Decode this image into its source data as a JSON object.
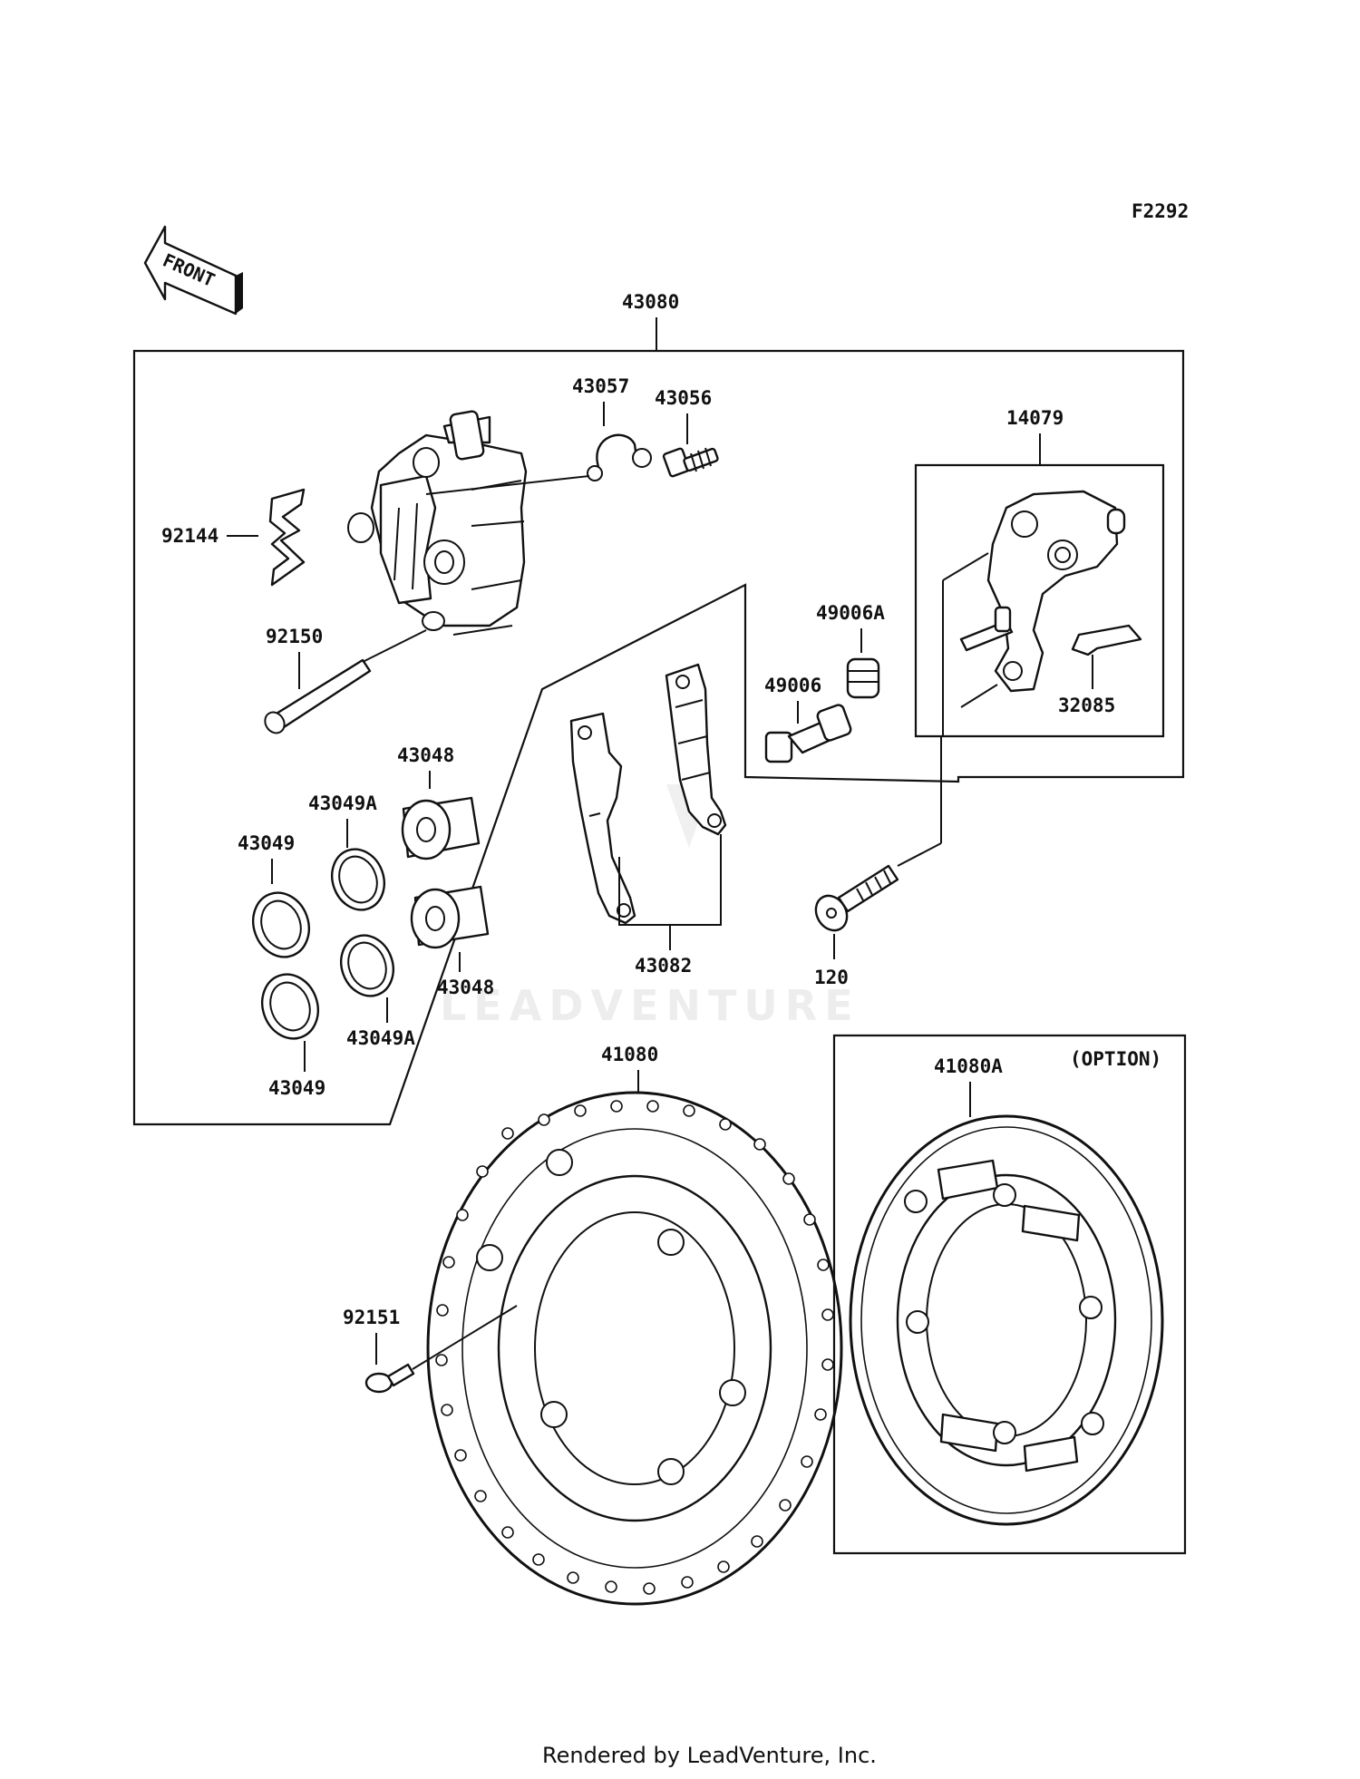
{
  "diagram_code": "F2292",
  "front_label": "FRONT",
  "watermark": "LEADVENTURE",
  "footer": "Rendered by LeadVenture, Inc.",
  "option_label": "(OPTION)",
  "parts": {
    "p43080": "43080",
    "p43057": "43057",
    "p43056": "43056",
    "p14079": "14079",
    "p92144": "92144",
    "p49006A": "49006A",
    "p92150": "92150",
    "p49006": "49006",
    "p32085": "32085",
    "p43048_top": "43048",
    "p43049A_top": "43049A",
    "p43049_top": "43049",
    "p43048_bottom": "43048",
    "p43082": "43082",
    "p120": "120",
    "p43049A_bottom": "43049A",
    "p43049_bottom": "43049",
    "p41080": "41080",
    "p41080A": "41080A",
    "p92151": "92151"
  }
}
